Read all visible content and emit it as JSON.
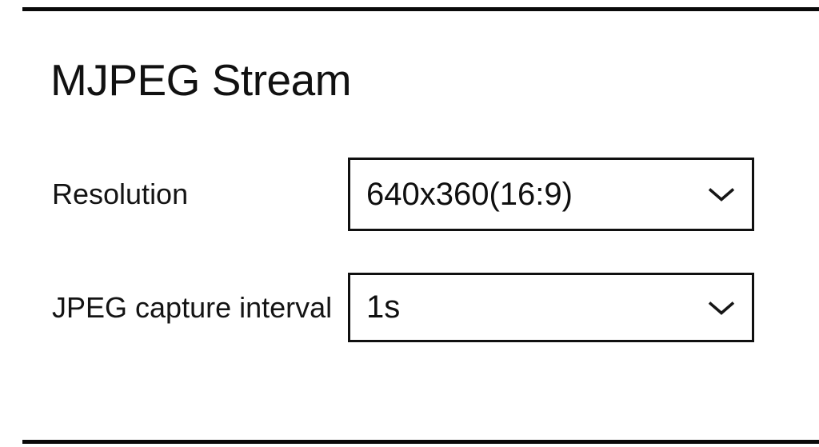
{
  "header": {
    "title": "MJPEG Stream"
  },
  "settings": {
    "fields": [
      {
        "id": "resolution",
        "label": "Resolution",
        "value": "640x360(16:9)",
        "icon": "chevron-down-icon"
      },
      {
        "id": "jpeg-capture-interval",
        "label": "JPEG capture interval",
        "value": "1s",
        "icon": "chevron-down-icon"
      }
    ]
  },
  "decorations": {
    "top_edge_bar": "partially-visible dark element",
    "bottom_edge_bar": "partially-visible dark element"
  },
  "colors": {
    "background": "#ffffff",
    "text": "#111111",
    "select_border": "#101010",
    "edge_bars": "#0a0a0a"
  }
}
